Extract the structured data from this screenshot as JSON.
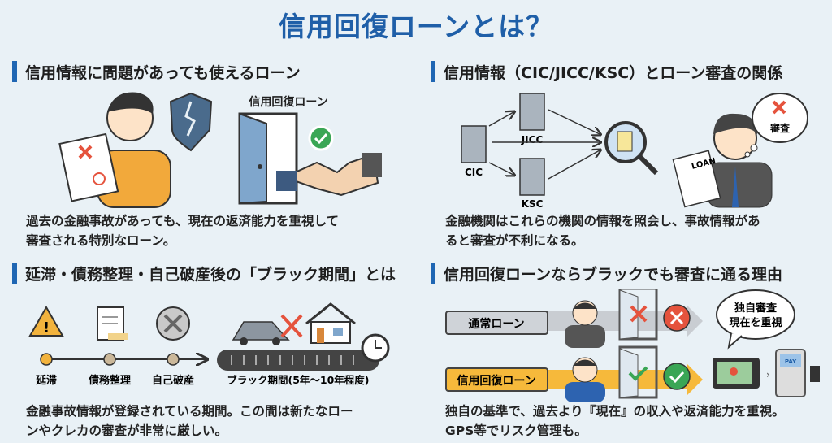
{
  "title": "信用回復ローンとは？",
  "colors": {
    "accent": "#1f5fa8",
    "background": "#e9f1f6",
    "warning": "#f2b33d",
    "ng": "#e5533d",
    "ok": "#3aa655"
  },
  "sections": [
    {
      "heading": "信用情報に問題があっても使えるローン",
      "illus_label": "信用回復ローン",
      "description": [
        "過去の金融事故があっても、現在の返済能力を重視して",
        "審査される特別なローン。"
      ]
    },
    {
      "heading": "信用情報（CIC/JICC/KSC）とローン審査の関係",
      "agencies": [
        "CIC",
        "JICC",
        "KSC"
      ],
      "doc_label": "LOAN",
      "thought_label": "審査",
      "description": [
        "金融機関はこれらの機関の情報を照会し、事故情報があ",
        "ると審査が不利になる。"
      ]
    },
    {
      "heading": "延滞・債務整理・自己破産後の「ブラック期間」とは",
      "steps": [
        "延滞",
        "債務整理",
        "自己破産"
      ],
      "period_label": "ブラック期間(5年～10年程度)",
      "description": [
        "金融事故情報が登録されている期間。この間は新たなロー",
        "ンやクレカの審査が非常に厳しい。"
      ]
    },
    {
      "heading": "信用回復ローンならブラックでも審査に通る理由",
      "normal_loan": "通常ローン",
      "recovery_loan": "信用回復ローン",
      "bubble": [
        "独自審査",
        "現在を重視"
      ],
      "pay_label": "PAY",
      "description": [
        "独自の基準で、過去より『現在』の収入や返済能力を重視。",
        "GPS等でリスク管理も。"
      ]
    }
  ]
}
